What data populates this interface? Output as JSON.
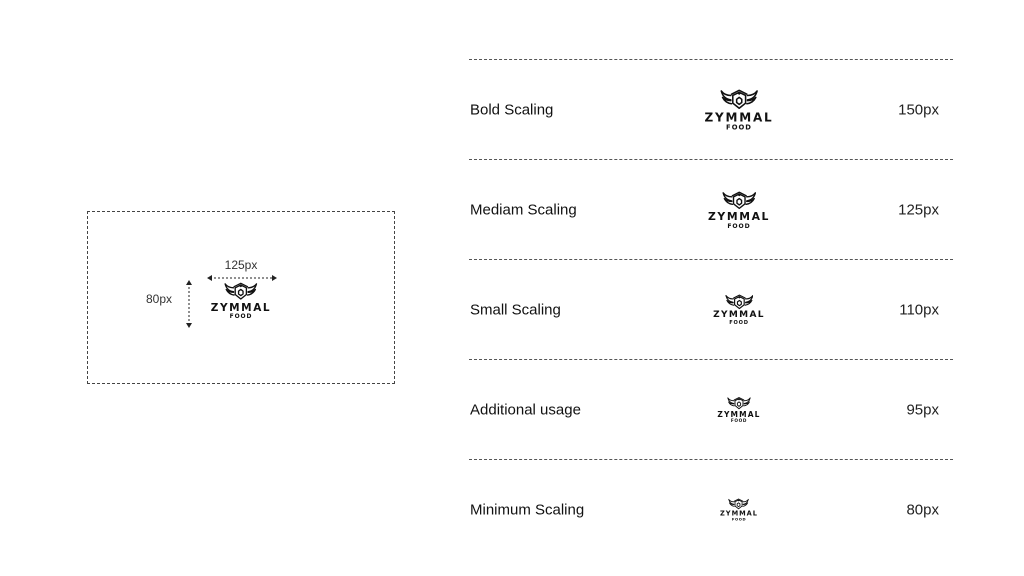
{
  "brand": {
    "wordmark": "ZYMMAL",
    "sub": "FOOD"
  },
  "demo": {
    "width_label": "125px",
    "height_label": "80px"
  },
  "rows": [
    {
      "label": "Bold Scaling",
      "size": "150px"
    },
    {
      "label": "Mediam Scaling",
      "size": "125px"
    },
    {
      "label": "Small Scaling",
      "size": "110px"
    },
    {
      "label": "Additional usage",
      "size": "95px"
    },
    {
      "label": "Minimum Scaling",
      "size": "80px"
    }
  ]
}
